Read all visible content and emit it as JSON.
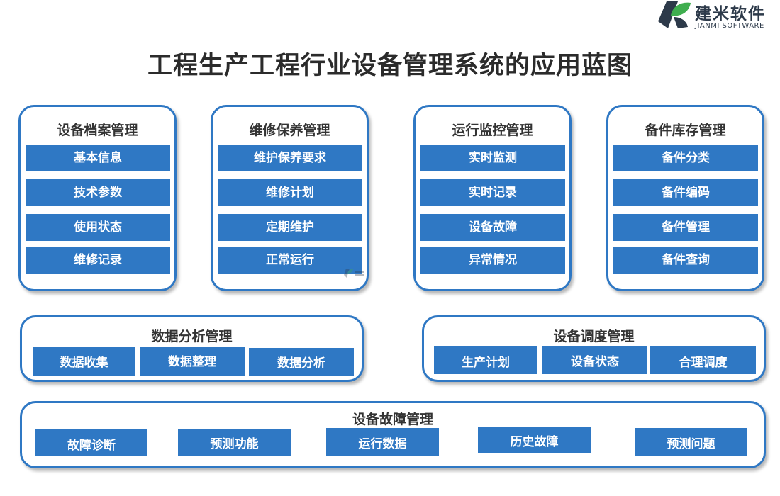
{
  "brand": {
    "name_cn": "建米软件",
    "name_en": "JIANMI SOFTWARE",
    "colors": {
      "primary": "#2f78c4",
      "logo_green": "#3fae4f",
      "logo_dark": "#2d3a4a"
    }
  },
  "title": "工程生产工程行业设备管理系统的应用蓝图",
  "modules": {
    "archive": {
      "title": "设备档案管理",
      "items": [
        "基本信息",
        "技术参数",
        "使用状态",
        "维修记录"
      ]
    },
    "maintenance": {
      "title": "维修保养管理",
      "items": [
        "维护保养要求",
        "维修计划",
        "定期维护",
        "正常运行"
      ]
    },
    "monitoring": {
      "title": "运行监控管理",
      "items": [
        "实时监测",
        "实时记录",
        "设备故障",
        "异常情况"
      ]
    },
    "spareparts": {
      "title": "备件库存管理",
      "items": [
        "备件分类",
        "备件编码",
        "备件管理",
        "备件查询"
      ]
    },
    "analysis": {
      "title": "数据分析管理",
      "items": [
        "数据收集",
        "数据整理",
        "数据分析"
      ]
    },
    "dispatch": {
      "title": "设备调度管理",
      "items": [
        "生产计划",
        "设备状态",
        "合理调度"
      ]
    },
    "fault": {
      "title": "设备故障管理",
      "items": [
        "故障诊断",
        "预测功能",
        "运行数据",
        "历史故障",
        "预测问题"
      ]
    }
  }
}
